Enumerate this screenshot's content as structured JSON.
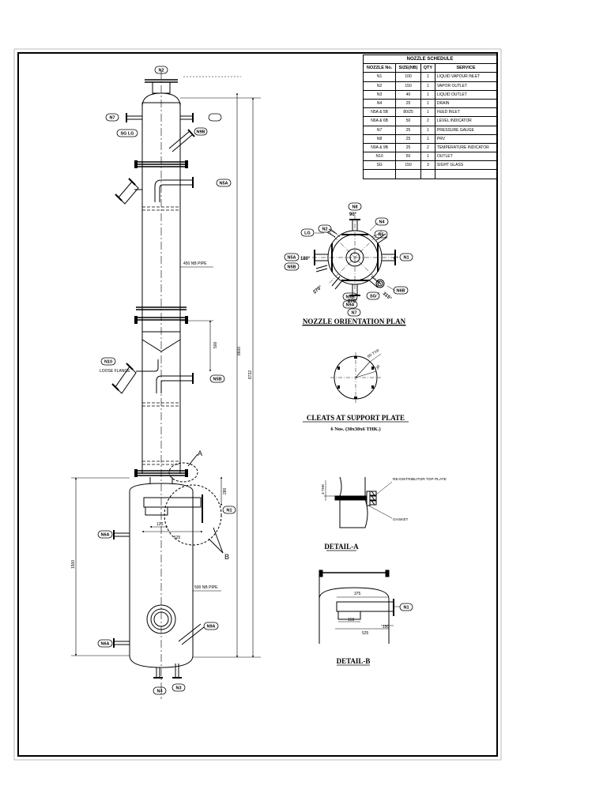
{
  "nozzle_schedule": {
    "title": "NOZZLE SCHEDULE",
    "headers": [
      "NOZZLE No.",
      "SIZE(NB)",
      "QTY",
      "SERVICE"
    ],
    "rows": [
      [
        "N1",
        "100",
        "1",
        "LIQUID VAPOUR INLET"
      ],
      [
        "N2",
        "150",
        "1",
        "VAPOR OUTLET"
      ],
      [
        "N3",
        "40",
        "1",
        "LIQUID OUTLET"
      ],
      [
        "N4",
        "25",
        "1",
        "DRAIN"
      ],
      [
        "N5A & 5B",
        "80/25",
        "1",
        "FEED INLET"
      ],
      [
        "N6A & 6B",
        "50",
        "2",
        "LEVEL INDICATOR"
      ],
      [
        "N7",
        "25",
        "1",
        "PRESSURE GAUGE"
      ],
      [
        "N8",
        "25",
        "1",
        "PRV"
      ],
      [
        "N9A & 9B",
        "25",
        "2",
        "TEMPERATURE INDICATOR"
      ],
      [
        "N10",
        "50",
        "1",
        "OUTLET"
      ],
      [
        "SG",
        "150",
        "3",
        "SIGHT GLASS"
      ],
      [
        "",
        "",
        "",
        ""
      ]
    ]
  },
  "elevation": {
    "tags": {
      "n2": "N2",
      "n7": "N7",
      "sg_lg": "SG LG",
      "n9b": "N9B",
      "n5a": "N5A",
      "n10": "N10",
      "n5b": "N5B",
      "n6a": "N6A",
      "n1": "N1",
      "n9a": "N9A",
      "n6a_low": "N6A",
      "n4": "N4",
      "n3": "N3"
    },
    "pipe_note_top": "450 NB PIPE",
    "pipe_note_bottom": "500 NB PIPE",
    "loose_flange": "LOOSE FLANGE",
    "dim_500": "500",
    "dim_8600": "8600",
    "dim_8732": "8732",
    "dim_1500": "1500",
    "dim_280": "280",
    "dim_120": "120",
    "dim_525": "525",
    "detail_a_callout": "A",
    "detail_b_callout": "B"
  },
  "orientation_plan": {
    "title": "NOZZLE ORIENTATION PLAN",
    "angle_90": "90°",
    "angle_180": "180°",
    "angle_0": "0°",
    "angle_270": "270°",
    "angle_270b": "270°",
    "angle_315": "315°",
    "tags": {
      "n8": "N8",
      "n4": "N4",
      "n5": "N5",
      "n2": "N2",
      "lg": "LG",
      "n5a": "N5A",
      "n5b": "N5B",
      "n1": "N1",
      "n9b": "N9B",
      "n9a": "N9A",
      "n6b": "N6B",
      "sg": "SG",
      "n7": "N7"
    }
  },
  "cleats": {
    "title": "CLEATS AT SUPPORT PLATE",
    "subtitle": "6 Nos. (30x30x6 THK.)",
    "note_60typ": "60 TYP",
    "note_30": "30"
  },
  "detail_a": {
    "title": "DETAIL-A",
    "label_plate": "RE-DISTRIBUTOR TOP PLATE",
    "label_gasket": "GASKET",
    "label_thk": "3 THK"
  },
  "detail_b": {
    "title": "DETAIL-B",
    "dim_375": "375",
    "dim_150a": "150",
    "dim_150b": "150",
    "dim_525": "525",
    "tag_n1": "N1"
  }
}
